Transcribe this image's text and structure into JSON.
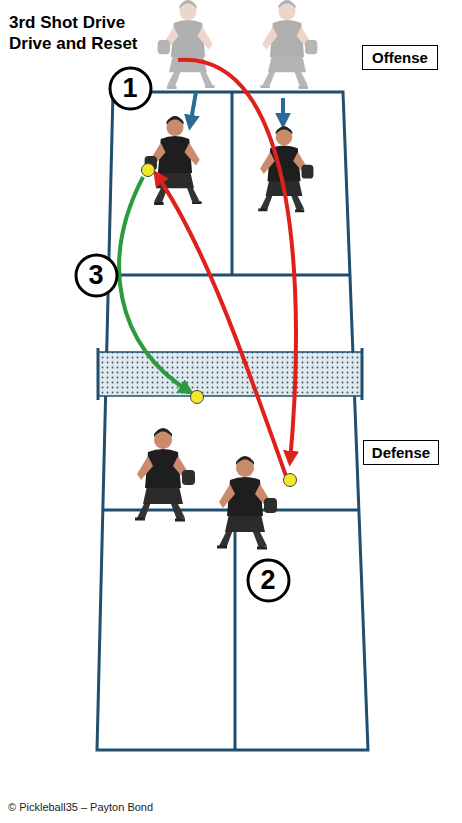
{
  "diagram": {
    "title": "3rd Shot Drive Drive and Reset",
    "caption": "© Pickleball35 – Payton Bond",
    "nodes": [
      {
        "text": [
          "Offense"
        ]
      },
      {
        "text": [
          "1"
        ]
      },
      {
        "text": [
          "3"
        ]
      },
      {
        "text": [
          "Defense"
        ]
      },
      {
        "text": [
          "2"
        ]
      }
    ]
  }
}
